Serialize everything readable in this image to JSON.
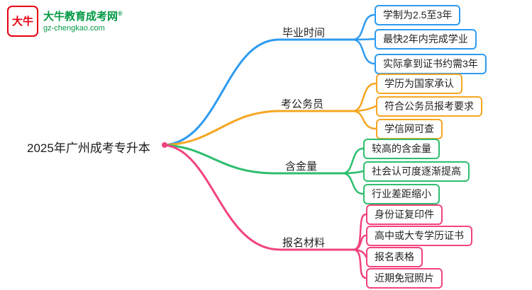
{
  "logo": {
    "icon_text": "大牛",
    "brand": "大牛教育成考网",
    "registered": "®",
    "domain": "gz-chengkao.com",
    "brand_color": "#009944",
    "icon_color": "#E60012"
  },
  "root": {
    "label": "2025年广州成考专升本"
  },
  "colors": {
    "blue": "#2E9BF0",
    "orange": "#F6A623",
    "green": "#2EBE6E",
    "pink": "#F2437F"
  },
  "branches": [
    {
      "label": "毕业时间",
      "color": "#2E9BF0",
      "children": [
        "学制为2.5至3年",
        "最快2年内完成学业",
        "实际拿到证书约需3年"
      ]
    },
    {
      "label": "考公务员",
      "color": "#F6A623",
      "children": [
        "学历为国家承认",
        "符合公务员报考要求",
        "学信网可查"
      ]
    },
    {
      "label": "含金量",
      "color": "#2EBE6E",
      "children": [
        "较高的含金量",
        "社会认可度逐渐提高",
        "行业差距缩小"
      ]
    },
    {
      "label": "报名材料",
      "color": "#F2437F",
      "children": [
        "身份证复印件",
        "高中或大专学历证书",
        "报名表格",
        "近期免冠照片"
      ]
    }
  ]
}
